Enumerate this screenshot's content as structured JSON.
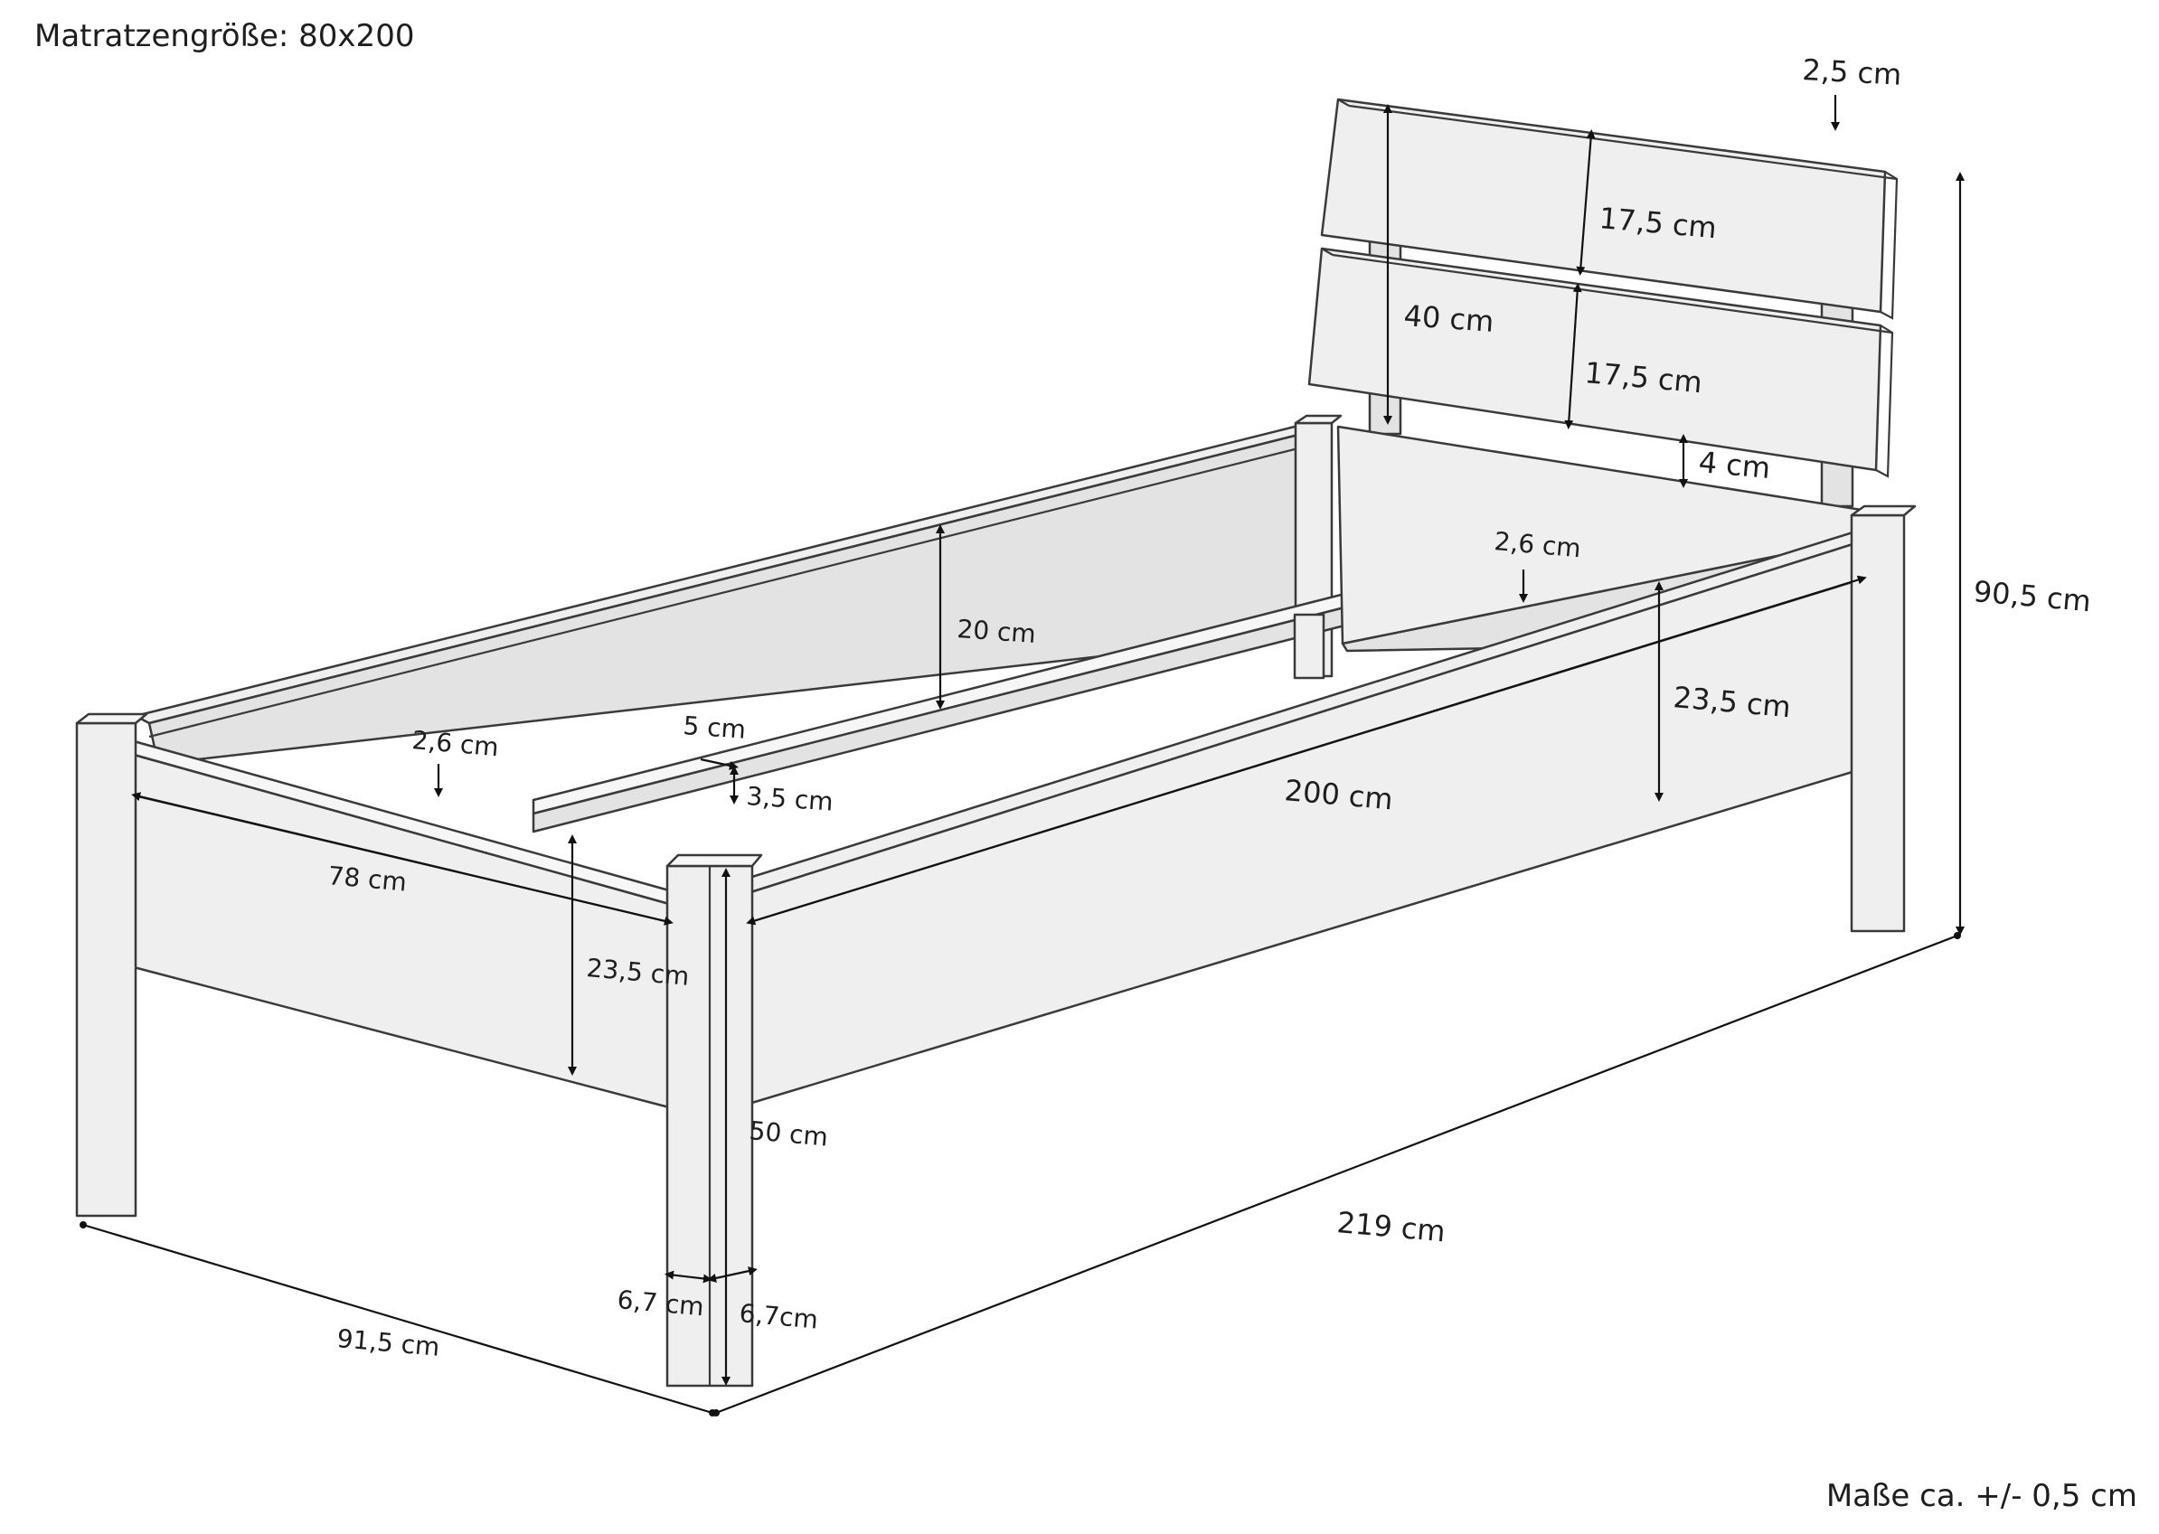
{
  "header": {
    "title": "Matratzengröße: 80x200",
    "tolerance_note": "Maße ca. +/- 0,5 cm"
  },
  "dimensions": {
    "headboard_thickness": "2,5 cm",
    "board_upper_height": "17,5 cm",
    "board_lower_height": "17,5 cm",
    "headboard_height": "40 cm",
    "board_gap": "4 cm",
    "total_height": "90,5 cm",
    "side_rail_height": "20 cm",
    "rail_thickness_right": "2,6 cm",
    "rail_thickness_left": "2,6 cm",
    "slat_ledge_width": "5 cm",
    "slat_ledge_height": "3,5 cm",
    "front_rail_height": "23,5 cm",
    "side_front_rail_height": "23,5 cm",
    "inner_length": "200 cm",
    "inner_width": "78 cm",
    "leg_height": "50 cm",
    "leg_width": "6,7 cm",
    "leg_depth": "6,7cm",
    "total_width": "91,5 cm",
    "total_length": "219 cm"
  }
}
